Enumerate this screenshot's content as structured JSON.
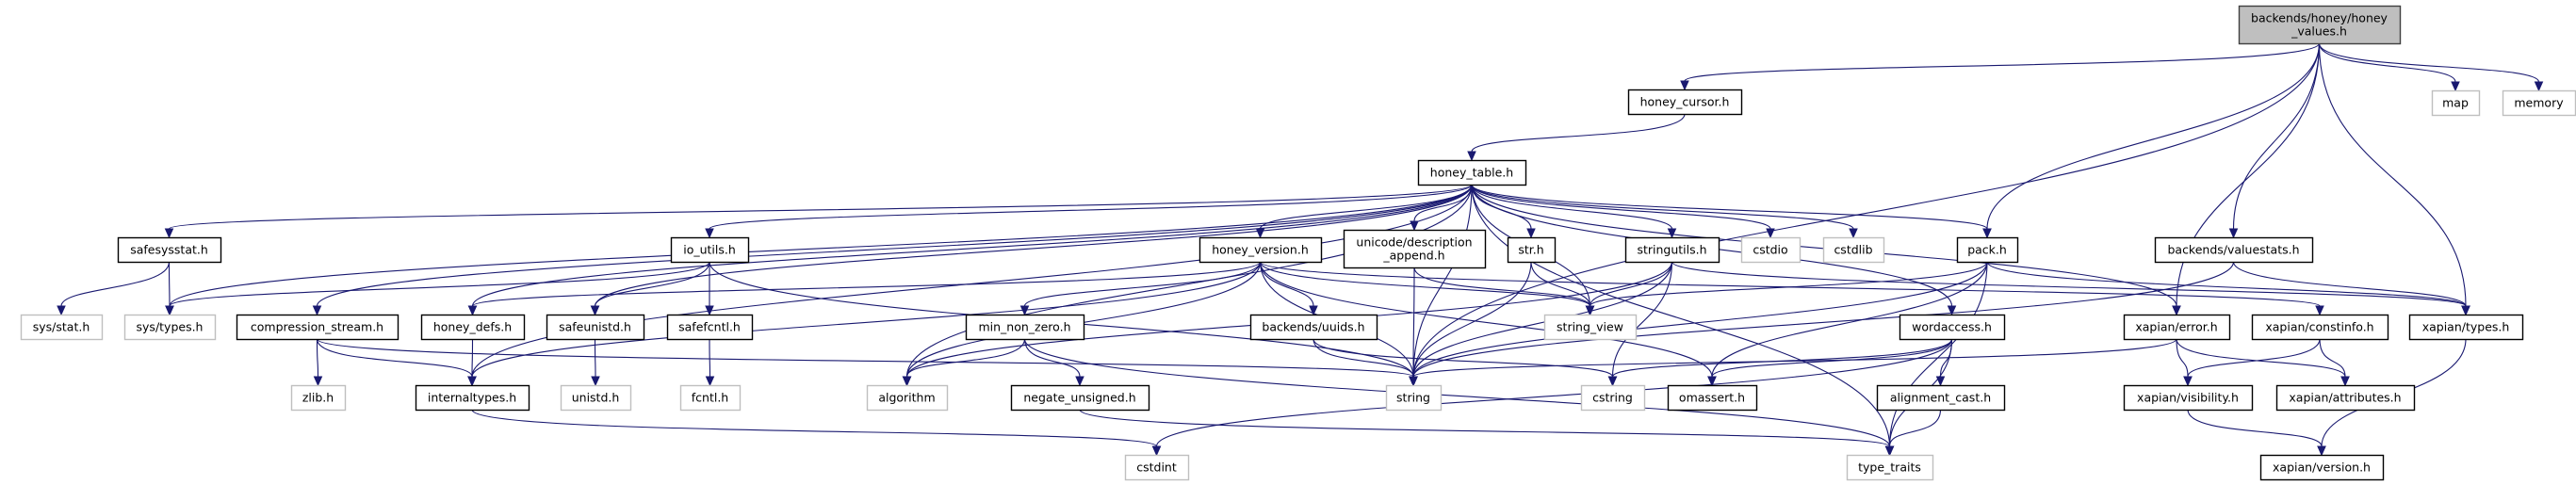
{
  "graph": {
    "colors": {
      "edge": "#191970",
      "root_fill": "#bfbfbf",
      "external_border": "#bfbfbf",
      "node_border": "#000000"
    },
    "nodes": [
      {
        "id": "honey_values",
        "label": [
          "backends/honey/honey",
          "_values.h"
        ],
        "root": true,
        "external": false
      },
      {
        "id": "honey_cursor",
        "label": [
          "honey_cursor.h"
        ],
        "external": false
      },
      {
        "id": "map",
        "label": [
          "map"
        ],
        "external": true
      },
      {
        "id": "memory",
        "label": [
          "memory"
        ],
        "external": true
      },
      {
        "id": "honey_table",
        "label": [
          "honey_table.h"
        ],
        "external": false
      },
      {
        "id": "safesysstat",
        "label": [
          "safesysstat.h"
        ],
        "external": false
      },
      {
        "id": "io_utils",
        "label": [
          "io_utils.h"
        ],
        "external": false
      },
      {
        "id": "honey_version",
        "label": [
          "honey_version.h"
        ],
        "external": false
      },
      {
        "id": "description_append",
        "label": [
          "unicode/description",
          "_append.h"
        ],
        "external": false
      },
      {
        "id": "str",
        "label": [
          "str.h"
        ],
        "external": false
      },
      {
        "id": "stringutils",
        "label": [
          "stringutils.h"
        ],
        "external": false
      },
      {
        "id": "cstdio",
        "label": [
          "cstdio"
        ],
        "external": true
      },
      {
        "id": "cstdlib",
        "label": [
          "cstdlib"
        ],
        "external": true
      },
      {
        "id": "pack",
        "label": [
          "pack.h"
        ],
        "external": false
      },
      {
        "id": "valuestats",
        "label": [
          "backends/valuestats.h"
        ],
        "external": false
      },
      {
        "id": "sys_stat",
        "label": [
          "sys/stat.h"
        ],
        "external": true
      },
      {
        "id": "sys_types",
        "label": [
          "sys/types.h"
        ],
        "external": true
      },
      {
        "id": "compression_stream",
        "label": [
          "compression_stream.h"
        ],
        "external": false
      },
      {
        "id": "honey_defs",
        "label": [
          "honey_defs.h"
        ],
        "external": false
      },
      {
        "id": "safeunistd",
        "label": [
          "safeunistd.h"
        ],
        "external": false
      },
      {
        "id": "safefcntl",
        "label": [
          "safefcntl.h"
        ],
        "external": false
      },
      {
        "id": "min_non_zero",
        "label": [
          "min_non_zero.h"
        ],
        "external": false
      },
      {
        "id": "uuids",
        "label": [
          "backends/uuids.h"
        ],
        "external": false
      },
      {
        "id": "string_view",
        "label": [
          "string_view"
        ],
        "external": true
      },
      {
        "id": "wordaccess",
        "label": [
          "wordaccess.h"
        ],
        "external": false
      },
      {
        "id": "xapian_error",
        "label": [
          "xapian/error.h"
        ],
        "external": false
      },
      {
        "id": "xapian_constinfo",
        "label": [
          "xapian/constinfo.h"
        ],
        "external": false
      },
      {
        "id": "xapian_types",
        "label": [
          "xapian/types.h"
        ],
        "external": false
      },
      {
        "id": "zlib",
        "label": [
          "zlib.h"
        ],
        "external": true
      },
      {
        "id": "internaltypes",
        "label": [
          "internaltypes.h"
        ],
        "external": false
      },
      {
        "id": "unistd",
        "label": [
          "unistd.h"
        ],
        "external": true
      },
      {
        "id": "fcntl",
        "label": [
          "fcntl.h"
        ],
        "external": true
      },
      {
        "id": "algorithm",
        "label": [
          "algorithm"
        ],
        "external": true
      },
      {
        "id": "negate_unsigned",
        "label": [
          "negate_unsigned.h"
        ],
        "external": false
      },
      {
        "id": "string",
        "label": [
          "string"
        ],
        "external": true
      },
      {
        "id": "cstring",
        "label": [
          "cstring"
        ],
        "external": true
      },
      {
        "id": "omassert",
        "label": [
          "omassert.h"
        ],
        "external": false
      },
      {
        "id": "alignment_cast",
        "label": [
          "alignment_cast.h"
        ],
        "external": false
      },
      {
        "id": "xapian_visibility",
        "label": [
          "xapian/visibility.h"
        ],
        "external": false
      },
      {
        "id": "xapian_attributes",
        "label": [
          "xapian/attributes.h"
        ],
        "external": false
      },
      {
        "id": "cstdint",
        "label": [
          "cstdint"
        ],
        "external": true
      },
      {
        "id": "type_traits",
        "label": [
          "type_traits"
        ],
        "external": true
      },
      {
        "id": "xapian_version",
        "label": [
          "xapian/version.h"
        ],
        "external": false
      }
    ],
    "edges": [
      [
        "honey_values",
        "honey_cursor"
      ],
      [
        "honey_values",
        "string"
      ],
      [
        "honey_values",
        "pack"
      ],
      [
        "honey_values",
        "valuestats"
      ],
      [
        "honey_values",
        "xapian_error"
      ],
      [
        "honey_values",
        "xapian_types"
      ],
      [
        "honey_values",
        "map"
      ],
      [
        "honey_values",
        "memory"
      ],
      [
        "honey_cursor",
        "honey_table"
      ],
      [
        "honey_table",
        "safesysstat"
      ],
      [
        "honey_table",
        "sys_types"
      ],
      [
        "honey_table",
        "compression_stream"
      ],
      [
        "honey_table",
        "honey_defs"
      ],
      [
        "honey_table",
        "safeunistd"
      ],
      [
        "honey_table",
        "io_utils"
      ],
      [
        "honey_table",
        "internaltypes"
      ],
      [
        "honey_table",
        "algorithm"
      ],
      [
        "honey_table",
        "honey_version"
      ],
      [
        "honey_table",
        "description_append"
      ],
      [
        "honey_table",
        "str"
      ],
      [
        "honey_table",
        "string_view"
      ],
      [
        "honey_table",
        "stringutils"
      ],
      [
        "honey_table",
        "cstdio"
      ],
      [
        "honey_table",
        "cstdlib"
      ],
      [
        "honey_table",
        "pack"
      ],
      [
        "honey_table",
        "wordaccess"
      ],
      [
        "honey_table",
        "xapian_error"
      ],
      [
        "honey_table",
        "type_traits"
      ],
      [
        "honey_table",
        "string"
      ],
      [
        "safesysstat",
        "sys_stat"
      ],
      [
        "safesysstat",
        "sys_types"
      ],
      [
        "io_utils",
        "sys_types"
      ],
      [
        "io_utils",
        "safeunistd"
      ],
      [
        "io_utils",
        "safefcntl"
      ],
      [
        "io_utils",
        "string"
      ],
      [
        "compression_stream",
        "zlib"
      ],
      [
        "compression_stream",
        "internaltypes"
      ],
      [
        "compression_stream",
        "string"
      ],
      [
        "honey_defs",
        "internaltypes"
      ],
      [
        "safeunistd",
        "unistd"
      ],
      [
        "safefcntl",
        "fcntl"
      ],
      [
        "internaltypes",
        "cstdint"
      ],
      [
        "honey_version",
        "honey_defs"
      ],
      [
        "honey_version",
        "internaltypes"
      ],
      [
        "honey_version",
        "algorithm"
      ],
      [
        "honey_version",
        "min_non_zero"
      ],
      [
        "honey_version",
        "string"
      ],
      [
        "honey_version",
        "uuids"
      ],
      [
        "honey_version",
        "string_view"
      ],
      [
        "honey_version",
        "omassert"
      ],
      [
        "honey_version",
        "xapian_constinfo"
      ],
      [
        "description_append",
        "string"
      ],
      [
        "description_append",
        "string_view"
      ],
      [
        "str",
        "string"
      ],
      [
        "str",
        "string_view"
      ],
      [
        "stringutils",
        "algorithm"
      ],
      [
        "stringutils",
        "string_view"
      ],
      [
        "stringutils",
        "string"
      ],
      [
        "stringutils",
        "cstring"
      ],
      [
        "stringutils",
        "xapian_types"
      ],
      [
        "min_non_zero",
        "algorithm"
      ],
      [
        "min_non_zero",
        "negate_unsigned"
      ],
      [
        "min_non_zero",
        "type_traits"
      ],
      [
        "negate_unsigned",
        "type_traits"
      ],
      [
        "uuids",
        "string"
      ],
      [
        "uuids",
        "cstring"
      ],
      [
        "pack",
        "string"
      ],
      [
        "pack",
        "string_view"
      ],
      [
        "pack",
        "omassert"
      ],
      [
        "pack",
        "type_traits"
      ],
      [
        "pack",
        "xapian_types"
      ],
      [
        "wordaccess",
        "cstdint"
      ],
      [
        "wordaccess",
        "omassert"
      ],
      [
        "wordaccess",
        "alignment_cast"
      ],
      [
        "wordaccess",
        "type_traits"
      ],
      [
        "wordaccess",
        "cstring"
      ],
      [
        "alignment_cast",
        "type_traits"
      ],
      [
        "valuestats",
        "string"
      ],
      [
        "valuestats",
        "xapian_types"
      ],
      [
        "xapian_error",
        "string"
      ],
      [
        "xapian_error",
        "xapian_visibility"
      ],
      [
        "xapian_error",
        "xapian_attributes"
      ],
      [
        "xapian_constinfo",
        "xapian_visibility"
      ],
      [
        "xapian_constinfo",
        "xapian_attributes"
      ],
      [
        "xapian_types",
        "xapian_version"
      ],
      [
        "xapian_visibility",
        "xapian_version"
      ]
    ]
  }
}
